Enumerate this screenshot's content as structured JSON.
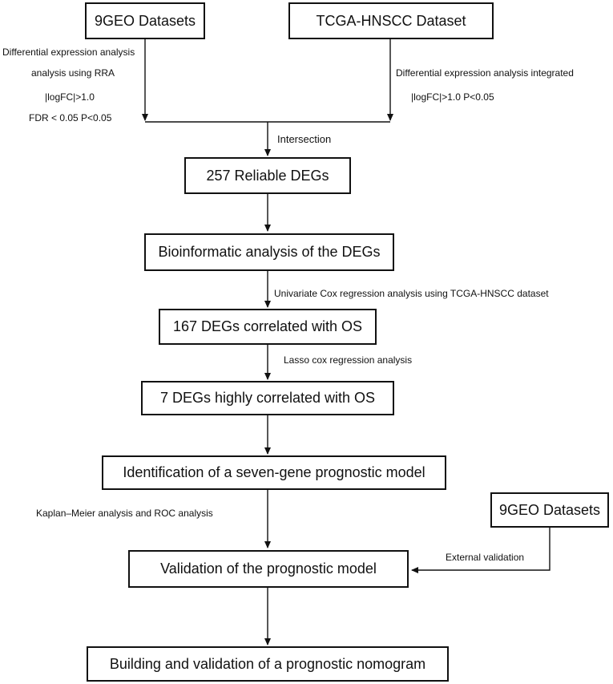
{
  "nodes": {
    "geo_datasets": "9GEO Datasets",
    "tcga_dataset": "TCGA-HNSCC Dataset",
    "reliable_degs": "257 Reliable DEGs",
    "bioinformatic": "Bioinformatic analysis of the DEGs",
    "degs_os": "167 DEGs correlated with OS",
    "degs_high_os": "7 DEGs highly correlated with OS",
    "identification": "Identification of a seven-gene prognostic model",
    "geo_datasets_external": "9GEO Datasets",
    "validation": "Validation of the prognostic model",
    "nomogram": "Building and validation of a prognostic nomogram"
  },
  "labels": {
    "geo_line1": "Differential expression analysis",
    "geo_line2": "analysis using RRA",
    "geo_line3": "|logFC|>1.0",
    "geo_line4": "FDR < 0.05 P<0.05",
    "tcga_line1": "Differential expression analysis integrated",
    "tcga_line2": "|logFC|>1.0 P<0.05",
    "intersection": "Intersection",
    "univariate": "Univariate Cox regression analysis using TCGA-HNSCC dataset",
    "lasso": "Lasso cox regression analysis",
    "km_roc": "Kaplan–Meier analysis and ROC analysis",
    "external": "External validation"
  }
}
